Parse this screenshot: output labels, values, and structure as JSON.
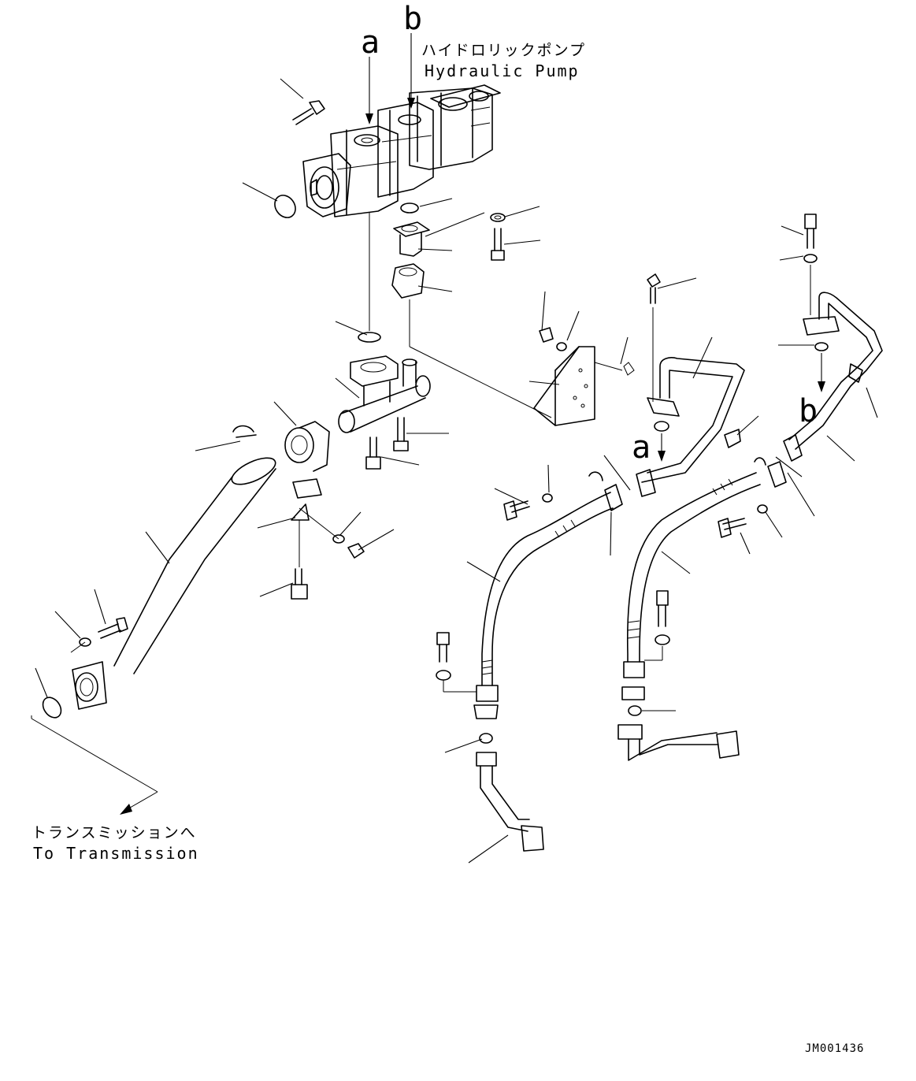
{
  "refs": {
    "a_top": "a",
    "b_top": "b",
    "a_mid": "a",
    "b_mid": "b"
  },
  "pump_label": {
    "jp": "ハイドロリックポンプ",
    "en": "Hydraulic Pump"
  },
  "transmission_label": {
    "jp": "トランスミッションへ",
    "en": "To Transmission"
  },
  "drawing_code": "JM001436"
}
